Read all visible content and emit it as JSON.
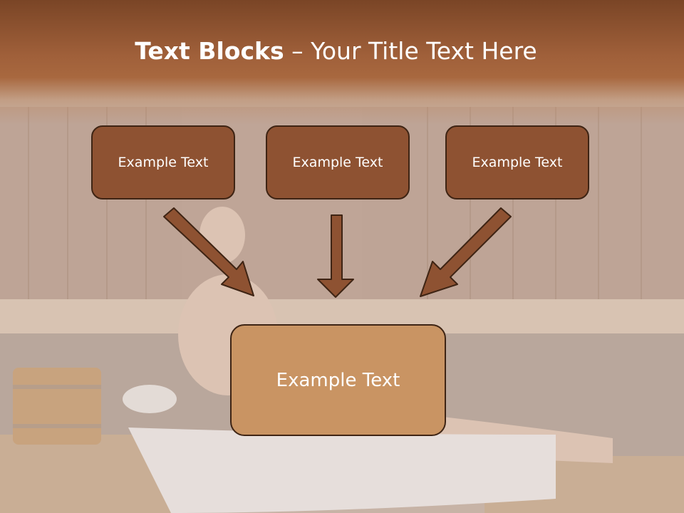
{
  "slide": {
    "title_bold": "Text Blocks",
    "title_dash": "–",
    "title_rest": "Your Title Text Here",
    "blocks": [
      {
        "label": "Example Text"
      },
      {
        "label": "Example Text"
      },
      {
        "label": "Example Text"
      }
    ],
    "main_block": {
      "label": "Example Text"
    }
  },
  "colors": {
    "header": "#a0603a",
    "block_fill": "#8e5232",
    "main_block_fill": "#c99463",
    "arrow_fill": "#8e5232",
    "outline": "#3e2414",
    "text": "#ffffff"
  },
  "background": {
    "subject": "sauna-scene-photo"
  }
}
